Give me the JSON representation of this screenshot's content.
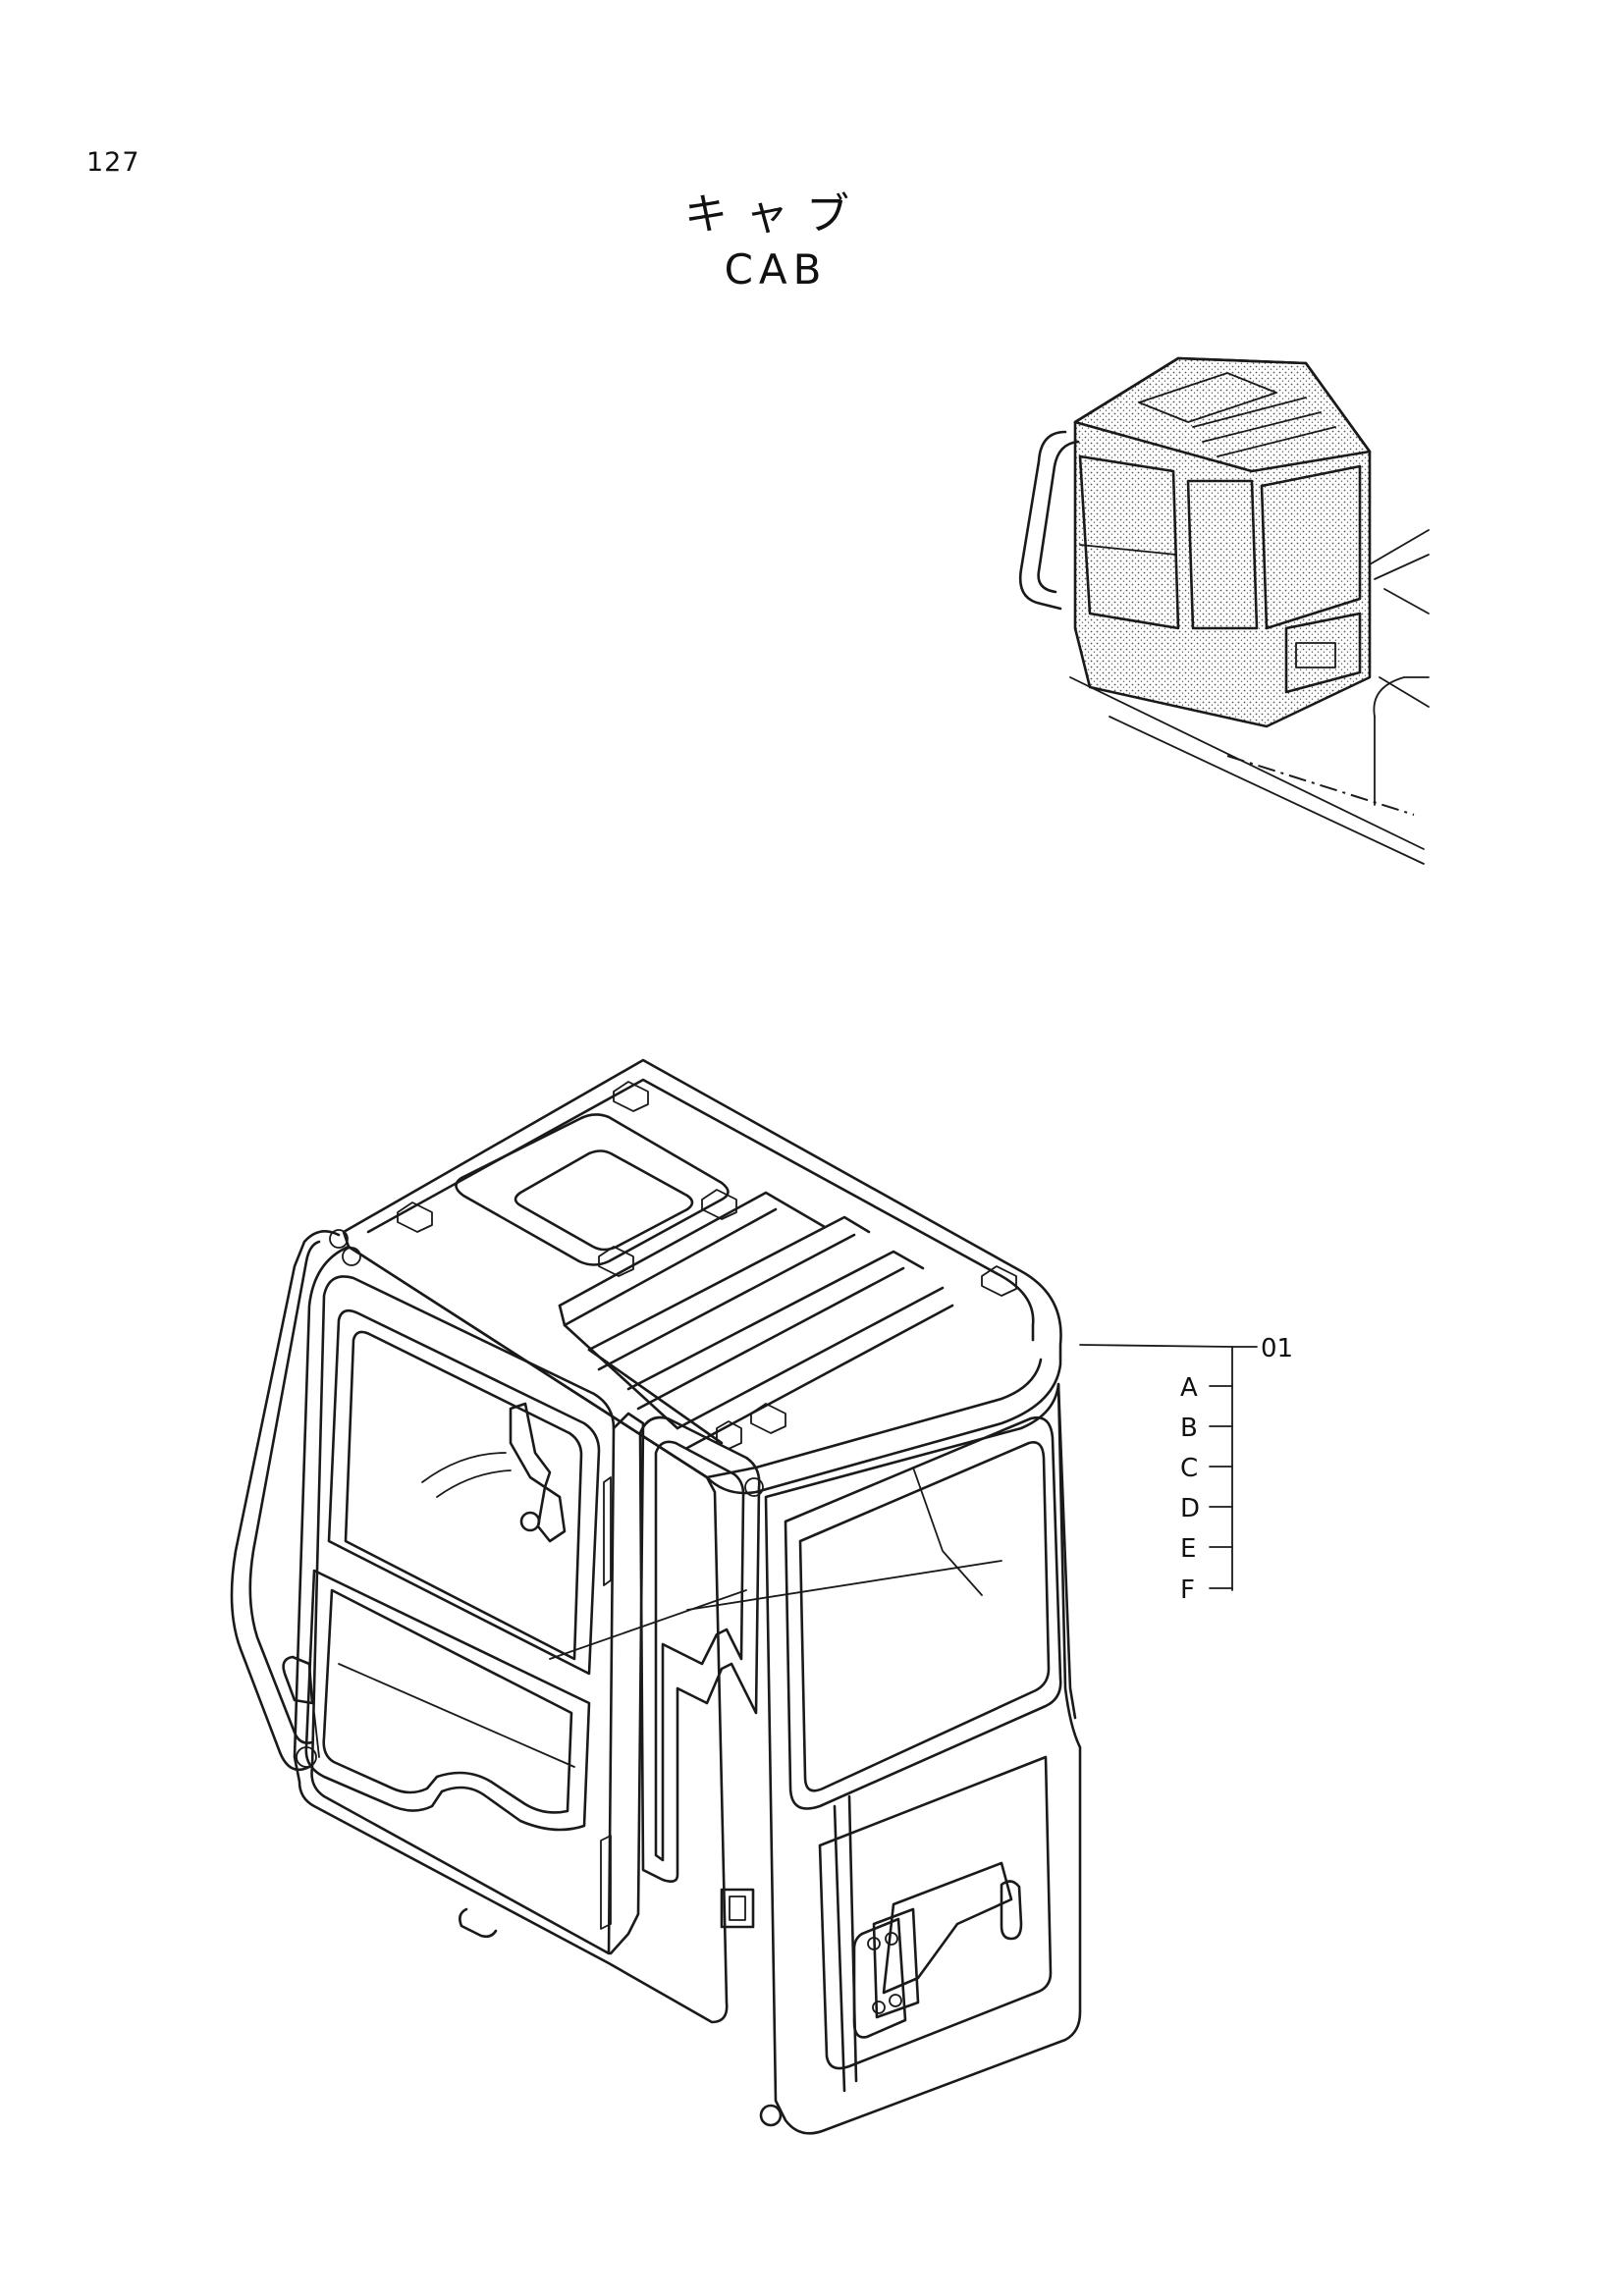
{
  "page": {
    "number": "127",
    "title_ja": "キャブ",
    "title_en": "CAB"
  },
  "callouts": {
    "main_part": "01",
    "sub_parts": [
      "A",
      "B",
      "C",
      "D",
      "E",
      "F"
    ]
  },
  "colors": {
    "line": "#1a1a1a",
    "background": "#ffffff",
    "stipple": "#555555"
  }
}
